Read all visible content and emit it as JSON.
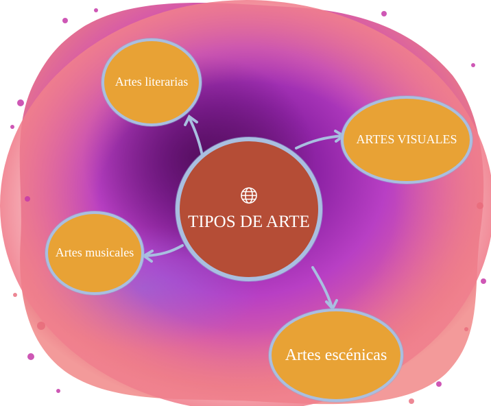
{
  "diagram": {
    "central_node": {
      "label": "TIPOS DE ARTE",
      "icon": "globe-icon",
      "fill_color": "#b54d36"
    },
    "nodes": [
      {
        "id": "literarias",
        "label": "Artes literarias"
      },
      {
        "id": "visuales",
        "label": "ARTES VISUALES"
      },
      {
        "id": "musicales",
        "label": "Artes musicales"
      },
      {
        "id": "escenicas",
        "label": "Artes escénicas"
      }
    ],
    "edges": [
      {
        "from": "central",
        "to": "literarias"
      },
      {
        "from": "central",
        "to": "visuales"
      },
      {
        "from": "central",
        "to": "musicales"
      },
      {
        "from": "central",
        "to": "escenicas"
      }
    ],
    "colors": {
      "leaf_fill": "#e8a235",
      "node_border": "#a9bfe0",
      "arrow": "#a9bfe0",
      "background_splash": "#9b2fb0"
    }
  }
}
